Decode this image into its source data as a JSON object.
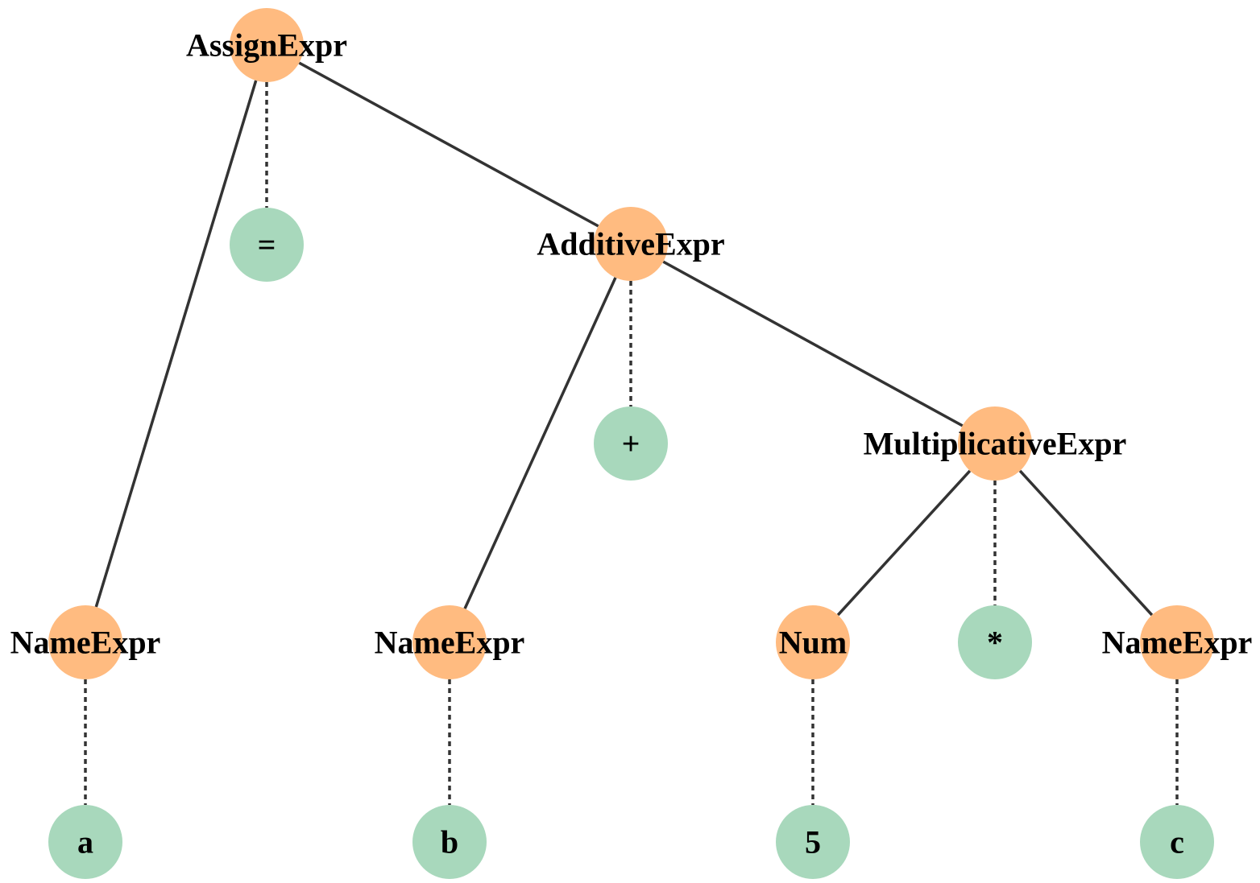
{
  "colors": {
    "nonterminal": "#FFBB80",
    "terminal": "#A8D8BC",
    "edge": "#333333",
    "label": "#000000"
  },
  "nodes": [
    {
      "id": "assign",
      "label": "AssignExpr",
      "kind": "nonterminal"
    },
    {
      "id": "eq",
      "label": "=",
      "kind": "terminal"
    },
    {
      "id": "additive",
      "label": "AdditiveExpr",
      "kind": "nonterminal"
    },
    {
      "id": "plus",
      "label": "+",
      "kind": "terminal"
    },
    {
      "id": "mult",
      "label": "MultiplicativeExpr",
      "kind": "nonterminal"
    },
    {
      "id": "name_a",
      "label": "NameExpr",
      "kind": "nonterminal"
    },
    {
      "id": "name_b",
      "label": "NameExpr",
      "kind": "nonterminal"
    },
    {
      "id": "num",
      "label": "Num",
      "kind": "nonterminal"
    },
    {
      "id": "star",
      "label": "*",
      "kind": "terminal"
    },
    {
      "id": "name_c",
      "label": "NameExpr",
      "kind": "nonterminal"
    },
    {
      "id": "a",
      "label": "a",
      "kind": "terminal"
    },
    {
      "id": "b",
      "label": "b",
      "kind": "terminal"
    },
    {
      "id": "five",
      "label": "5",
      "kind": "terminal"
    },
    {
      "id": "c",
      "label": "c",
      "kind": "terminal"
    }
  ],
  "edges": [
    {
      "from": "assign",
      "to": "name_a",
      "style": "solid"
    },
    {
      "from": "assign",
      "to": "eq",
      "style": "dashed"
    },
    {
      "from": "assign",
      "to": "additive",
      "style": "solid"
    },
    {
      "from": "additive",
      "to": "name_b",
      "style": "solid"
    },
    {
      "from": "additive",
      "to": "plus",
      "style": "dashed"
    },
    {
      "from": "additive",
      "to": "mult",
      "style": "solid"
    },
    {
      "from": "mult",
      "to": "num",
      "style": "solid"
    },
    {
      "from": "mult",
      "to": "star",
      "style": "dashed"
    },
    {
      "from": "mult",
      "to": "name_c",
      "style": "solid"
    },
    {
      "from": "name_a",
      "to": "a",
      "style": "dashed"
    },
    {
      "from": "name_b",
      "to": "b",
      "style": "dashed"
    },
    {
      "from": "num",
      "to": "five",
      "style": "dashed"
    },
    {
      "from": "name_c",
      "to": "c",
      "style": "dashed"
    }
  ]
}
